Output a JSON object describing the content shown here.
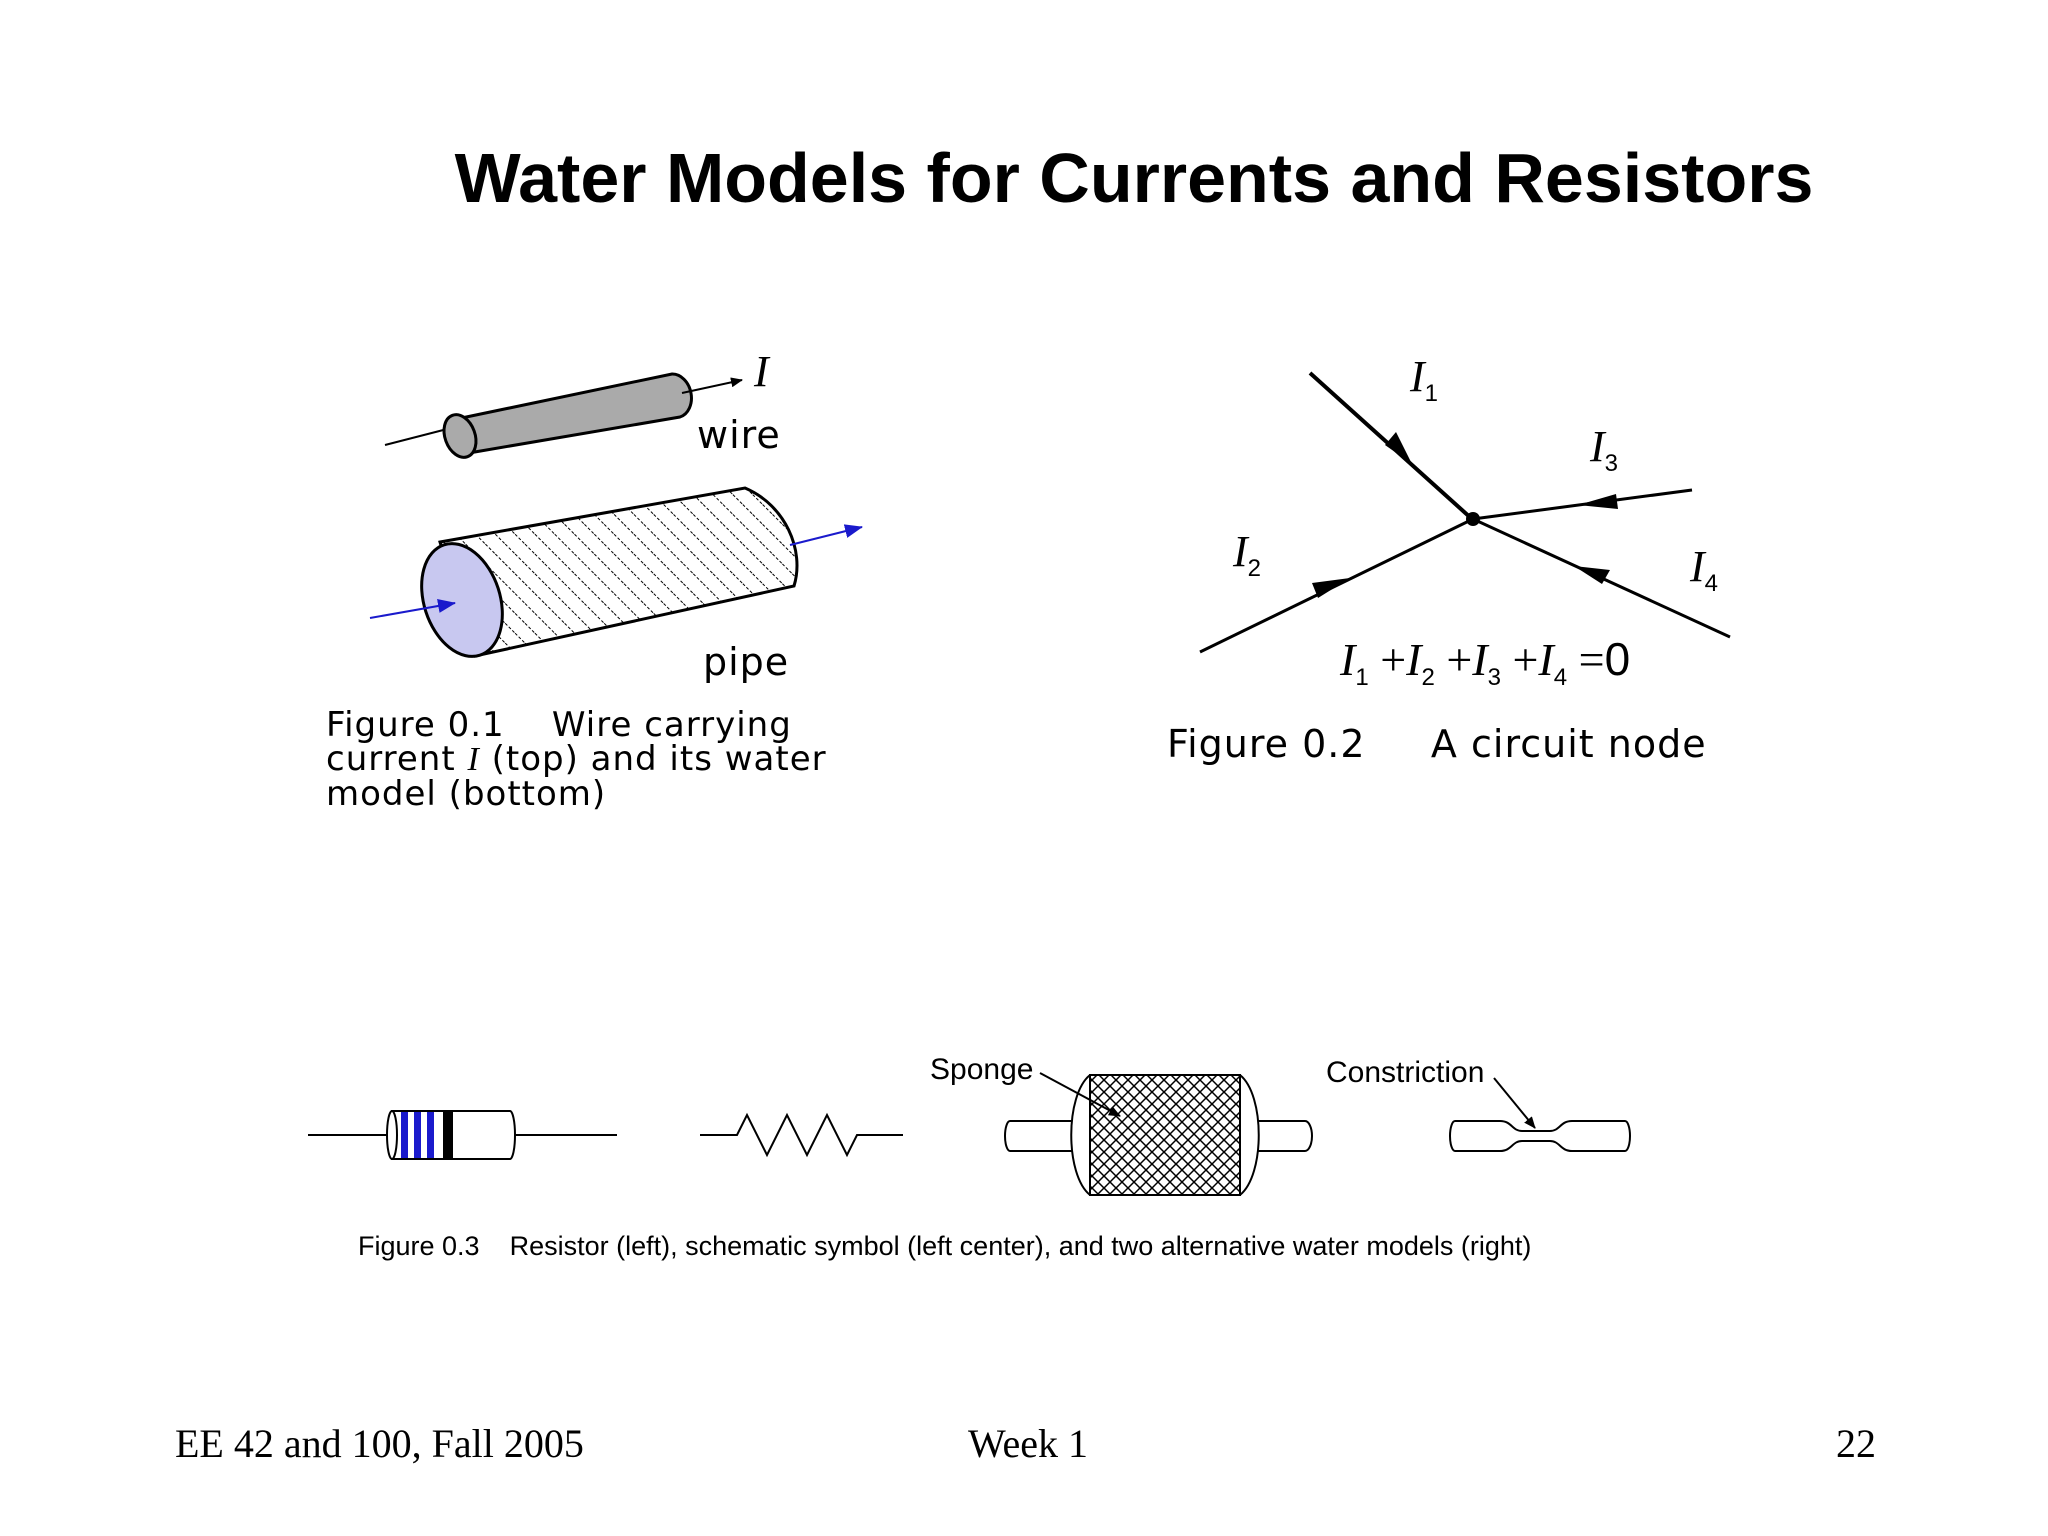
{
  "slide": {
    "title": "Water Models for Currents and Resistors"
  },
  "figure1": {
    "current_label": "I",
    "wire_label": "wire",
    "pipe_label": "pipe",
    "caption_line1": "Figure 0.1    Wire carrying",
    "caption_line2_a": "current",
    "caption_line2_var": "I",
    "caption_line2_b": "(top) and its water",
    "caption_line3": "model (bottom)"
  },
  "figure2": {
    "i1": "I",
    "i1_sub": "1",
    "i2": "I",
    "i2_sub": "2",
    "i3": "I",
    "i3_sub": "3",
    "i4": "I",
    "i4_sub": "4",
    "equation": {
      "v1": "I",
      "s1": "1",
      "op1": "+",
      "v2": "I",
      "s2": "2",
      "op2": "+",
      "v3": "I",
      "s3": "3",
      "op3": "+",
      "v4": "I",
      "s4": "4",
      "eq": "=",
      "rhs": "0"
    },
    "caption": "Figure 0.2     A circuit node"
  },
  "figure3": {
    "sponge_label": "Sponge",
    "constriction_label": "Constriction",
    "caption": "Figure 0.3    Resistor (left), schematic symbol (left center), and two alternative water models (right)"
  },
  "footer": {
    "left": "EE 42 and 100, Fall 2005",
    "center": "Week 1",
    "right": "22"
  },
  "colors": {
    "wire_fill": "#aaaaaa",
    "pipe_face": "#c8c8f0",
    "arrow_blue": "#1a1acc",
    "band_blue": "#1a1acc"
  }
}
